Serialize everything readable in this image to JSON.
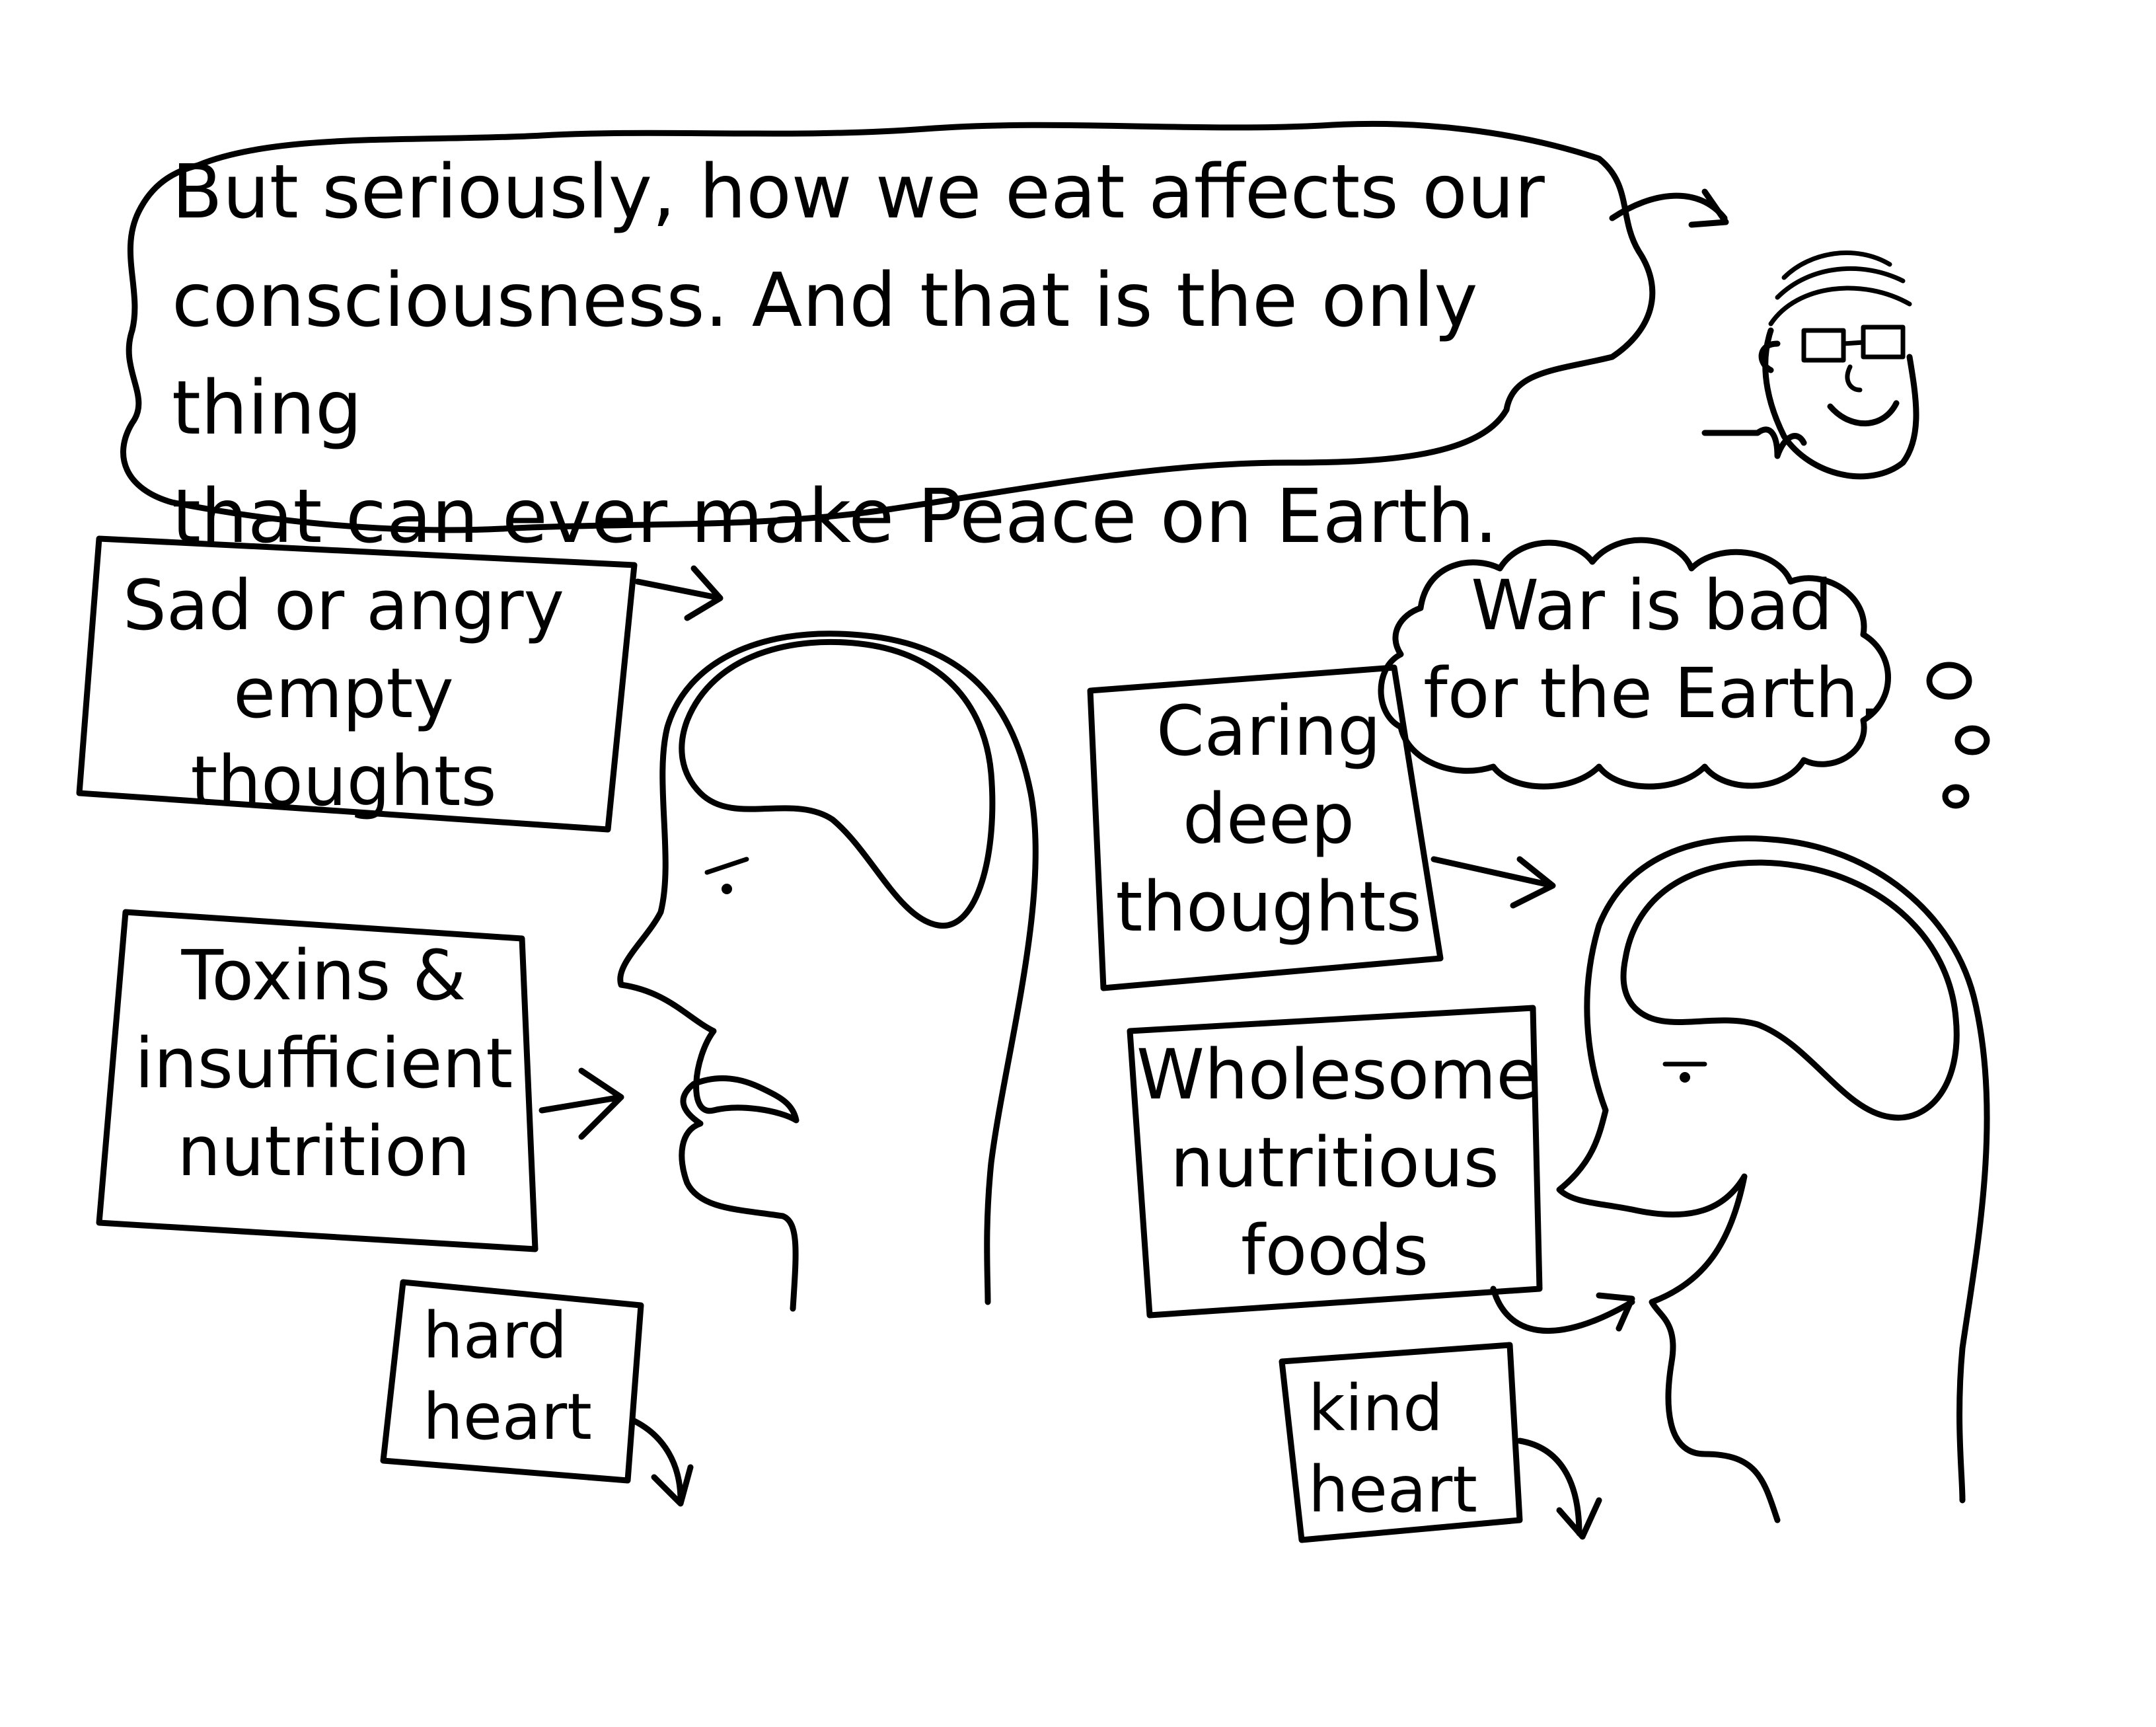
{
  "speech_bubble": {
    "text": "But seriously, how we eat affects our\nconsciousness. And that is the only thing\nthat can ever make Peace on Earth."
  },
  "left_person": {
    "thoughts_label": "Sad or angry\nempty thoughts",
    "food_label": "Toxins &\ninsufficient\nnutrition",
    "heart_label": "hard\nheart"
  },
  "right_person": {
    "thoughts_label": "Caring\ndeep\nthoughts",
    "thought_cloud": "War is bad\nfor the Earth.",
    "food_label": "Wholesome\nnutritious\nfoods",
    "heart_label": "kind\nheart"
  },
  "colors": {
    "ink": "#000000",
    "paper": "#ffffff"
  }
}
